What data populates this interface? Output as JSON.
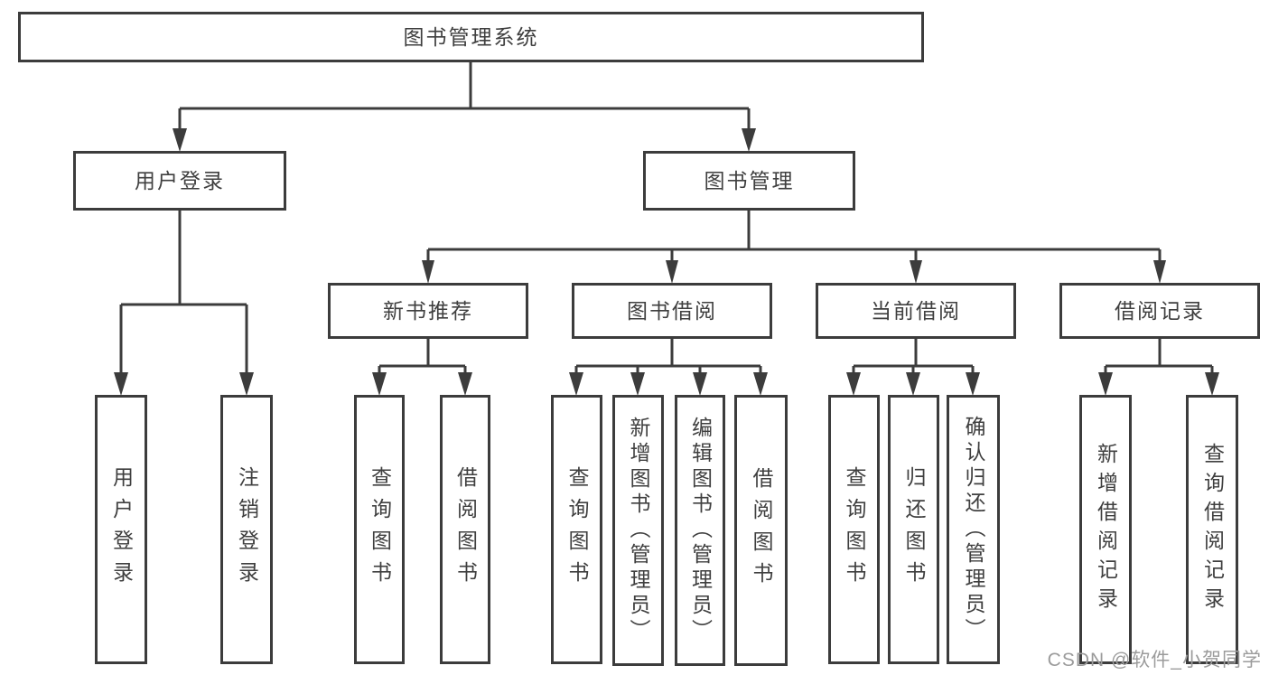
{
  "diagram": {
    "root": {
      "label": "图书管理系统"
    },
    "level2": [
      {
        "label": "用户登录"
      },
      {
        "label": "图书管理"
      }
    ],
    "level3": [
      {
        "label": "新书推荐"
      },
      {
        "label": "图书借阅"
      },
      {
        "label": "当前借阅"
      },
      {
        "label": "借阅记录"
      }
    ],
    "leaves": {
      "user_login": [
        "用户登录",
        "注销登录"
      ],
      "new_books": [
        "查询图书",
        "借阅图书"
      ],
      "book_borrow": [
        "查询图书",
        "新增图书（管理员）",
        "编辑图书（管理员）",
        "借阅图书"
      ],
      "current_borrow": [
        "查询图书",
        "归还图书",
        "确认归还（管理员）"
      ],
      "borrow_records": [
        "新增借阅记录",
        "查询借阅记录"
      ]
    }
  },
  "watermark": {
    "text": "CSDN @软件_小贺同学"
  },
  "colors": {
    "line": "#3c3c3c",
    "box_border": "#3c3c3c",
    "text": "#3f3f3f",
    "watermark": "#9b9b9b",
    "background": "#ffffff"
  }
}
